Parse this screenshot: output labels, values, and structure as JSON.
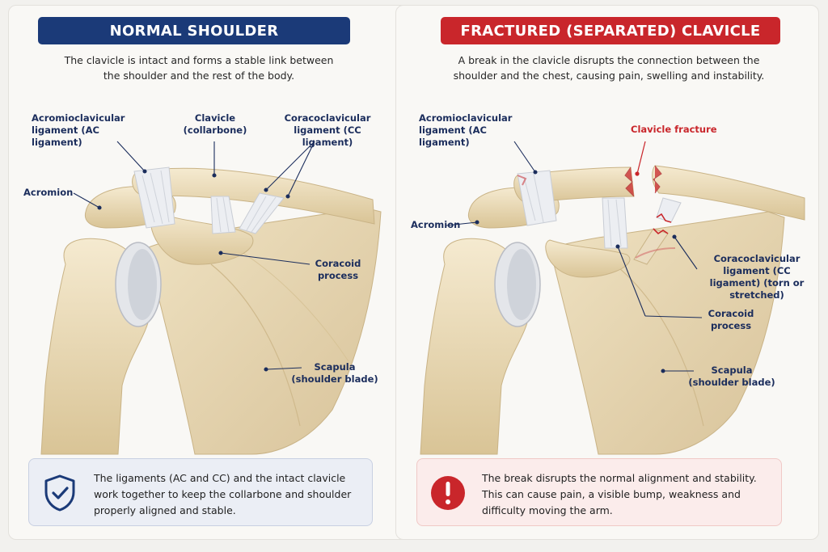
{
  "normal": {
    "title": "NORMAL SHOULDER",
    "intro": "The clavicle is intact and forms a stable link between the shoulder and the rest of the body.",
    "labels": {
      "ac_ligament": "Acromioclavicular ligament (AC ligament)",
      "clavicle": "Clavicle (collarbone)",
      "cc_ligament": "Coracoclavicular ligament (CC ligament)",
      "acromion": "Acromion",
      "coracoid": "Coracoid process",
      "scapula": "Scapula (shoulder blade)"
    },
    "info": "The ligaments (AC and CC) and the intact clavicle work together to keep the collarbone and shoulder properly aligned and stable.",
    "info_icon": "shield-check-icon"
  },
  "fractured": {
    "title": "FRACTURED (SEPARATED) CLAVICLE",
    "intro": "A break in the clavicle disrupts the connection between the shoulder and the chest, causing pain, swelling and instability.",
    "labels": {
      "ac_ligament": "Acromioclavicular ligament (AC ligament)",
      "fracture": "Clavicle fracture",
      "acromion": "Acromion",
      "cc_ligament": "Coracoclavicular ligament (CC ligament) (torn or stretched)",
      "coracoid": "Coracoid process",
      "scapula": "Scapula (shoulder blade)"
    },
    "info": "The break disrupts the normal alignment and stability. This can cause pain, a visible bump, weakness and difficulty moving the arm.",
    "info_icon": "warning-icon"
  },
  "colors": {
    "navy": "#1b3a78",
    "red": "#c9262b",
    "bone": "#e8d9b5",
    "label": "#1b2d5c"
  }
}
